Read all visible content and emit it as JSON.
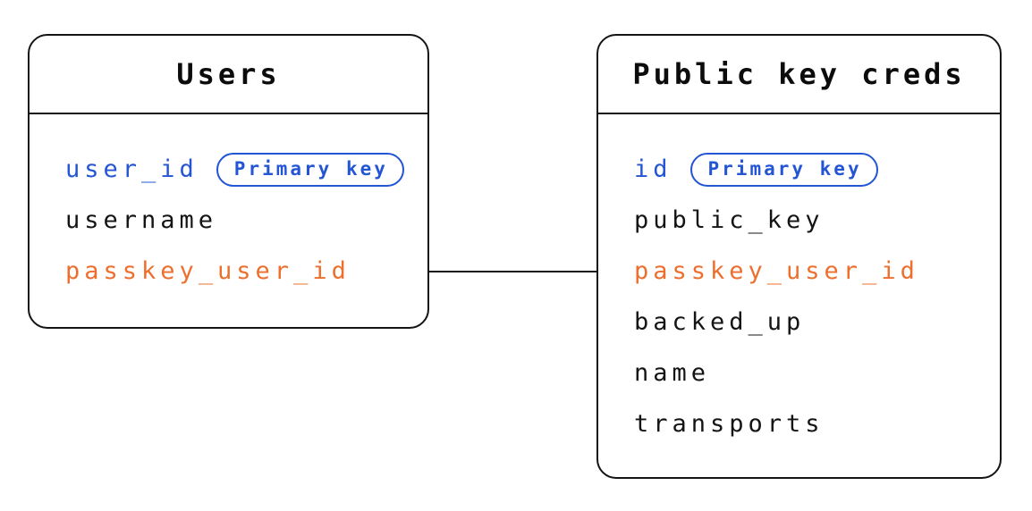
{
  "tables": [
    {
      "title": "Users",
      "fields": [
        {
          "name": "user_id",
          "role": "primary-key",
          "badge": "Primary key"
        },
        {
          "name": "username",
          "role": "regular"
        },
        {
          "name": "passkey_user_id",
          "role": "foreign-key"
        }
      ]
    },
    {
      "title": "Public key creds",
      "fields": [
        {
          "name": "id",
          "role": "primary-key",
          "badge": "Primary key"
        },
        {
          "name": "public_key",
          "role": "regular"
        },
        {
          "name": "passkey_user_id",
          "role": "foreign-key"
        },
        {
          "name": "backed_up",
          "role": "regular"
        },
        {
          "name": "name",
          "role": "regular"
        },
        {
          "name": "transports",
          "role": "regular"
        }
      ]
    }
  ],
  "relationship": {
    "from": "Users.passkey_user_id",
    "to": "Public key creds.passkey_user_id"
  },
  "colors": {
    "primary_key_blue": "#2355D4",
    "foreign_key_orange": "#ED6F2E",
    "stroke": "#141414",
    "background": "#FFFFFF"
  }
}
